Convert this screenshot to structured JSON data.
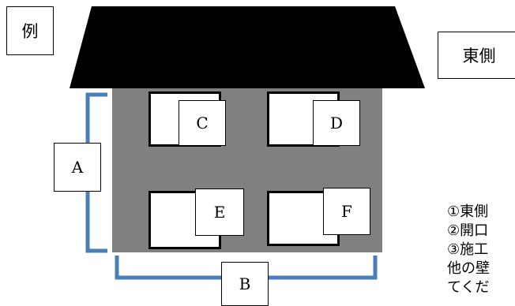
{
  "example_label": "例",
  "side_label": "東側",
  "dimension_labels": {
    "height": "A",
    "width": "B"
  },
  "window_labels": [
    "C",
    "D",
    "E",
    "F"
  ],
  "notes": [
    "①東側",
    "②開口",
    "③施工",
    "他の壁",
    "てくだ"
  ],
  "colors": {
    "roof": "#000000",
    "wall": "#808080",
    "bracket": "#4a7ebb"
  }
}
